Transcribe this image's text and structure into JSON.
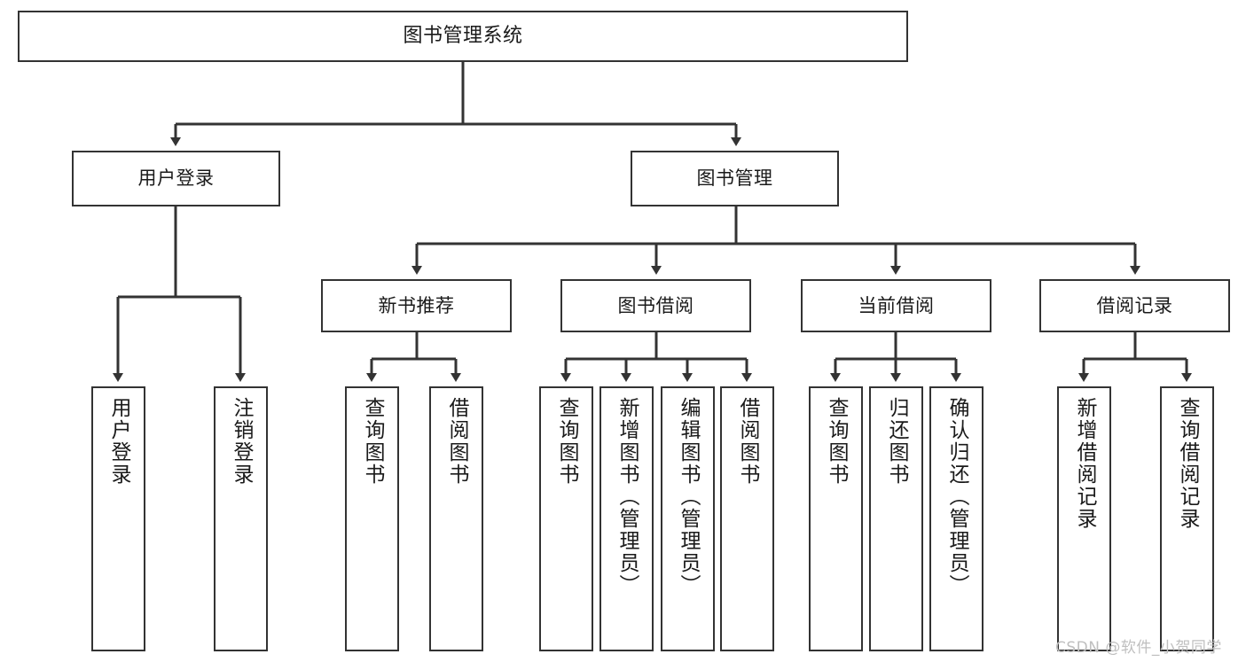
{
  "diagram": {
    "title": "图书管理系统",
    "type": "tree-hierarchy-diagram",
    "colors": {
      "box_border": "#333333",
      "box_fill": "#ffffff",
      "connector": "#333333",
      "background": "#ffffff",
      "watermark": "#bfbfbf"
    },
    "root": {
      "id": "root",
      "label": "图书管理系统"
    },
    "level2": [
      {
        "id": "n-user-login",
        "label": "用户登录"
      },
      {
        "id": "n-book-manage",
        "label": "图书管理"
      }
    ],
    "level3": [
      {
        "id": "n-new-book-rec",
        "label": "新书推荐"
      },
      {
        "id": "n-book-borrow",
        "label": "图书借阅"
      },
      {
        "id": "n-current-borrow",
        "label": "当前借阅"
      },
      {
        "id": "n-borrow-record",
        "label": "借阅记录"
      }
    ],
    "leaves": [
      {
        "id": "leaf-user-login",
        "label": "用户登录",
        "parent": "n-user-login"
      },
      {
        "id": "leaf-logout-login",
        "label": "注销登录",
        "parent": "n-user-login"
      },
      {
        "id": "leaf-query-book-1",
        "label": "查询图书",
        "parent": "n-new-book-rec"
      },
      {
        "id": "leaf-borrow-book-1",
        "label": "借阅图书",
        "parent": "n-new-book-rec"
      },
      {
        "id": "leaf-query-book-2",
        "label": "查询图书",
        "parent": "n-book-borrow"
      },
      {
        "id": "leaf-add-book",
        "label": "新增图书（管理员）",
        "parent": "n-book-borrow"
      },
      {
        "id": "leaf-edit-book",
        "label": "编辑图书（管理员）",
        "parent": "n-book-borrow"
      },
      {
        "id": "leaf-borrow-book-2",
        "label": "借阅图书",
        "parent": "n-book-borrow"
      },
      {
        "id": "leaf-query-book-3",
        "label": "查询图书",
        "parent": "n-current-borrow"
      },
      {
        "id": "leaf-return-book",
        "label": "归还图书",
        "parent": "n-current-borrow"
      },
      {
        "id": "leaf-confirm-return",
        "label": "确认归还（管理员）",
        "parent": "n-current-borrow"
      },
      {
        "id": "leaf-add-record",
        "label": "新增借阅记录",
        "parent": "n-borrow-record"
      },
      {
        "id": "leaf-query-record",
        "label": "查询借阅记录",
        "parent": "n-borrow-record"
      }
    ]
  },
  "watermark": {
    "text": "CSDN @软件_小贺同学"
  }
}
